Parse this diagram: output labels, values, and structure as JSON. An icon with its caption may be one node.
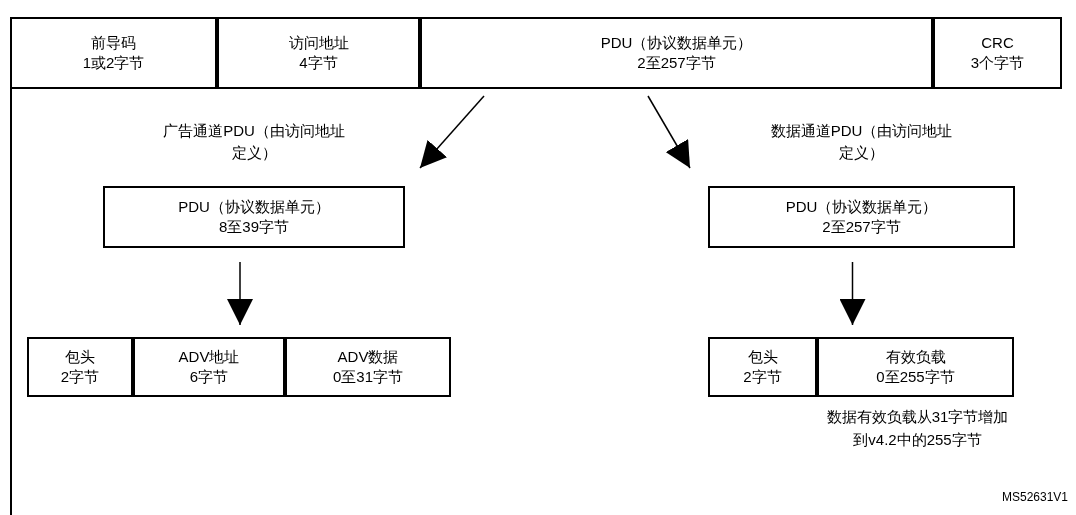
{
  "diagram": {
    "nodes": [
      {
        "text": [
          "前导码",
          "1或2字节"
        ]
      },
      {
        "text": [
          "访问地址",
          "4字节"
        ]
      },
      {
        "text": [
          "PDU（协议数据单元）",
          "2至257字节"
        ]
      },
      {
        "text": [
          "CRC",
          "3个字节"
        ]
      },
      {
        "text": [
          "广告通道PDU（由访问地址定义）",
          "PDU（协议数据单元）",
          "8至39字节"
        ]
      },
      {
        "text": [
          "数据通道PDU（由访问地址定义）",
          "PDU（协议数据单元）",
          "2至257字节"
        ]
      },
      {
        "text": [
          "包头",
          "2字节"
        ]
      },
      {
        "text": [
          "ADV地址",
          "6字节"
        ]
      },
      {
        "text": [
          "ADV数据",
          "0至31字节"
        ]
      },
      {
        "text": [
          "包头",
          "2字节"
        ]
      },
      {
        "text": [
          "有效负载",
          "0至255字节"
        ],
        "beside": [
          "数据有效负载从31字节增加到v4.2中的255字节"
        ]
      }
    ],
    "edges": [
      {
        "from": 2,
        "to": 4,
        "arrow": "to"
      },
      {
        "from": 2,
        "to": 5,
        "arrow": "to"
      },
      {
        "from": 4,
        "to": 7,
        "arrow": "to"
      },
      {
        "from": 5,
        "to": 10,
        "arrow": "to"
      }
    ],
    "labels": [
      "MS52631V1"
    ]
  }
}
